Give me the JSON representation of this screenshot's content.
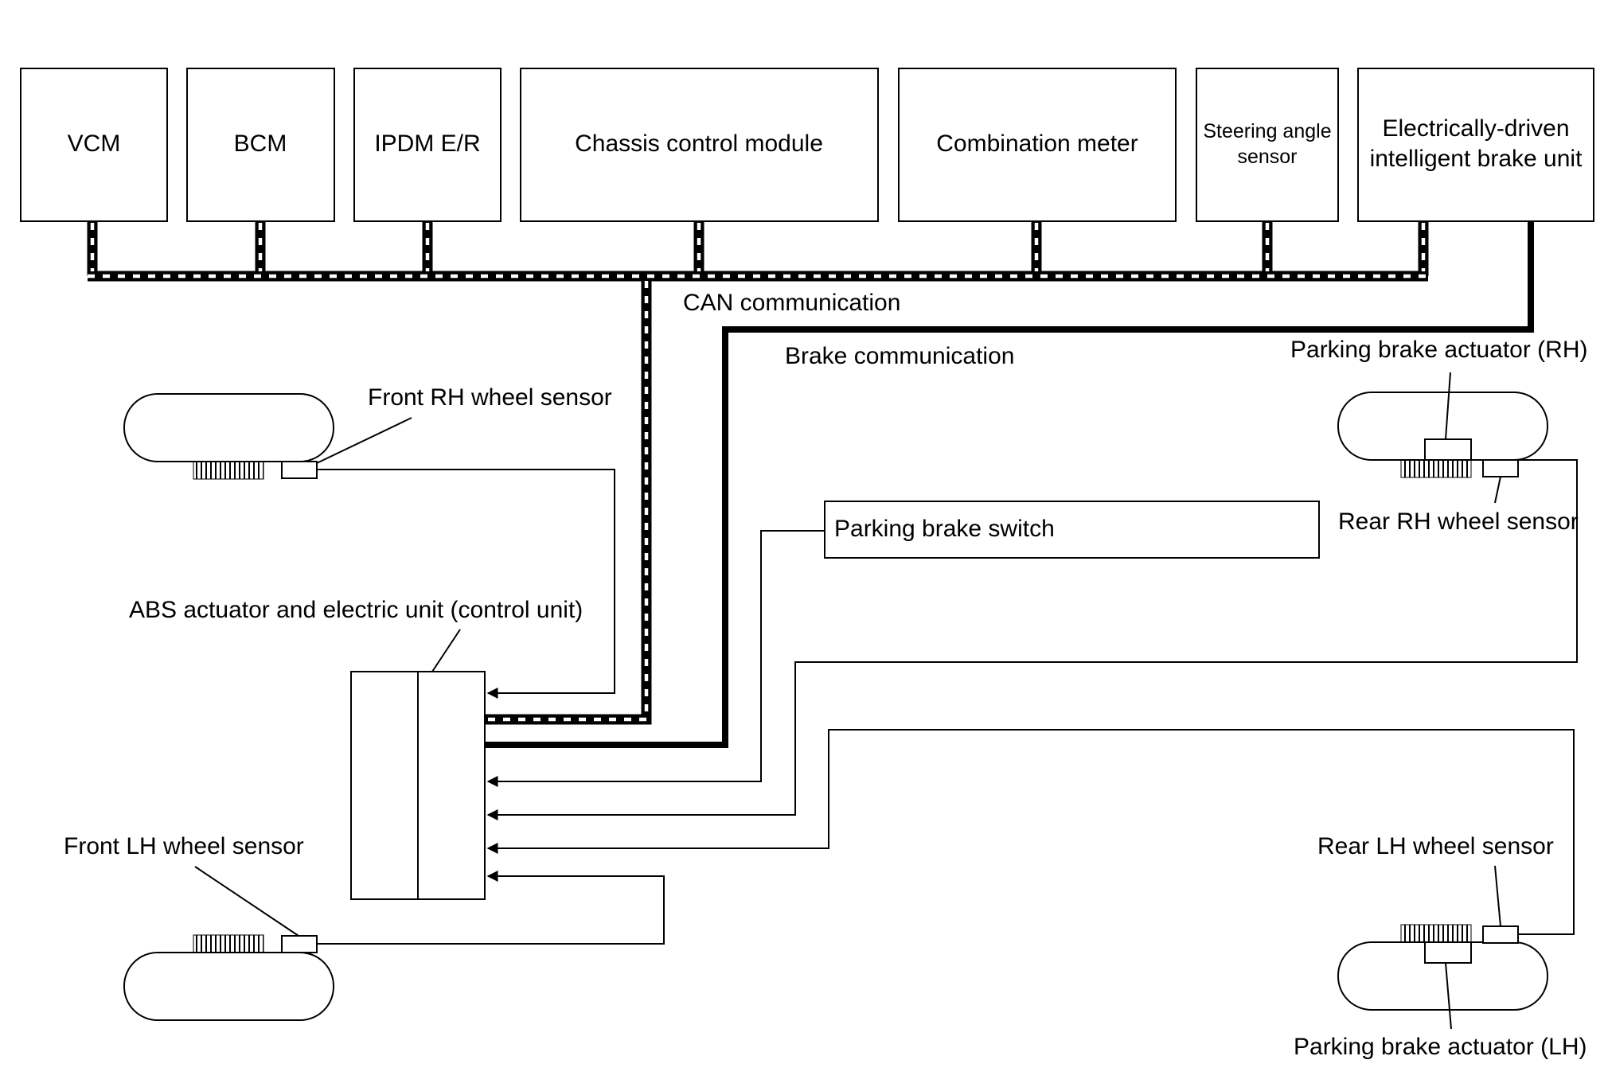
{
  "modules": {
    "vcm": "VCM",
    "bcm": "BCM",
    "ipdm": "IPDM E/R",
    "chassis": "Chassis control module",
    "meter": "Combination meter",
    "steering": [
      "Steering angle",
      "sensor"
    ],
    "brake_unit": [
      "Electrically-driven",
      "intelligent brake unit"
    ]
  },
  "buses": {
    "can": "CAN communication",
    "brake": "Brake communication"
  },
  "components": {
    "abs": "ABS actuator and electric unit (control unit)",
    "front_rh_sensor": "Front RH wheel sensor",
    "front_lh_sensor": "Front LH wheel sensor",
    "rear_rh_sensor": "Rear RH wheel sensor",
    "rear_lh_sensor": "Rear LH wheel sensor",
    "pb_actuator_rh": "Parking brake actuator (RH)",
    "pb_actuator_lh": "Parking brake actuator (LH)",
    "pb_switch": "Parking brake switch"
  }
}
